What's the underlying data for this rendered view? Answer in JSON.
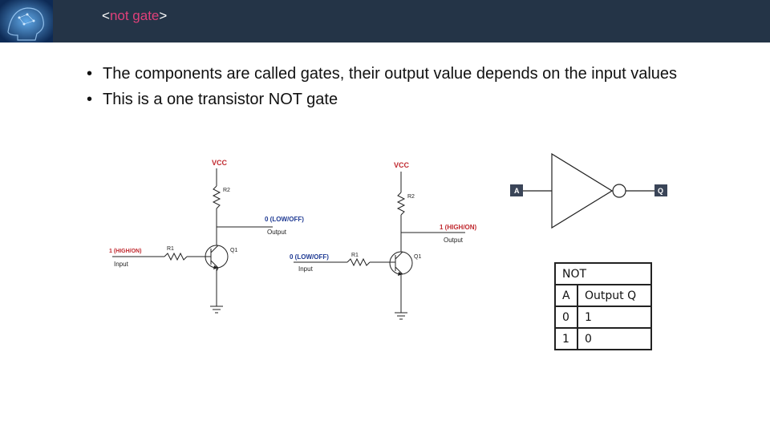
{
  "header": {
    "title_open": "<",
    "title_kw": "not gate",
    "title_close": ">"
  },
  "bullets": [
    "The components are called gates, their output value depends on the input values",
    "This is a one transistor NOT gate"
  ],
  "circuit_left": {
    "vcc": "VCC",
    "r2": "R2",
    "r1": "R1",
    "q1": "Q1",
    "output_state": "0 (LOW/OFF)",
    "output_label": "Output",
    "input_state": "1 (HIGH/ON)",
    "input_label": "Input"
  },
  "circuit_right": {
    "vcc": "VCC",
    "r2": "R2",
    "r1": "R1",
    "q1": "Q1",
    "output_state": "1 (HIGH/ON)",
    "output_label": "Output",
    "input_state": "0 (LOW/OFF)",
    "input_label": "Input"
  },
  "not_symbol": {
    "input_label": "A",
    "output_label": "Q"
  },
  "truth_table": {
    "title": "NOT",
    "header": [
      "A",
      "Output Q"
    ],
    "rows": [
      [
        "0",
        "1"
      ],
      [
        "1",
        "0"
      ]
    ]
  },
  "colors": {
    "header_bg": "#243447",
    "title_keyword": "#e0407a",
    "circuit_label_red": "#c0282e",
    "circuit_label_blue": "#1f3a93",
    "pin_box": "#3a4558"
  }
}
